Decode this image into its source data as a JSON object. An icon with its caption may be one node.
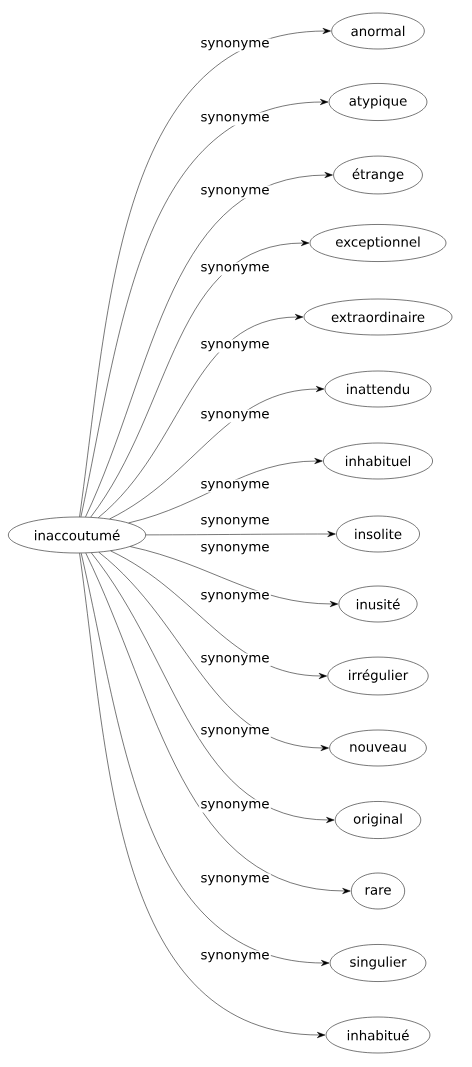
{
  "diagram": {
    "nodes": [
      {
        "text": [
          "inaccoutumé"
        ]
      },
      {
        "text": [
          "anormal"
        ]
      },
      {
        "text": [
          "atypique"
        ]
      },
      {
        "text": [
          "étrange"
        ]
      },
      {
        "text": [
          "exceptionnel"
        ]
      },
      {
        "text": [
          "extraordinaire"
        ]
      },
      {
        "text": [
          "inattendu"
        ]
      },
      {
        "text": [
          "inhabituel"
        ]
      },
      {
        "text": [
          "insolite"
        ]
      },
      {
        "text": [
          "inusité"
        ]
      },
      {
        "text": [
          "irrégulier"
        ]
      },
      {
        "text": [
          "nouveau"
        ]
      },
      {
        "text": [
          "original"
        ]
      },
      {
        "text": [
          "rare"
        ]
      },
      {
        "text": [
          "singulier"
        ]
      },
      {
        "text": [
          "inhabitué"
        ]
      }
    ],
    "edges": [
      {
        "from": 0,
        "to": 1,
        "arrow": "to",
        "label": "synonyme"
      },
      {
        "from": 0,
        "to": 2,
        "arrow": "to",
        "label": "synonyme"
      },
      {
        "from": 0,
        "to": 3,
        "arrow": "to",
        "label": "synonyme"
      },
      {
        "from": 0,
        "to": 4,
        "arrow": "to",
        "label": "synonyme"
      },
      {
        "from": 0,
        "to": 5,
        "arrow": "to",
        "label": "synonyme"
      },
      {
        "from": 0,
        "to": 6,
        "arrow": "to",
        "label": "synonyme"
      },
      {
        "from": 0,
        "to": 7,
        "arrow": "to",
        "label": "synonyme"
      },
      {
        "from": 0,
        "to": 8,
        "arrow": "to",
        "label": "synonyme"
      },
      {
        "from": 0,
        "to": 9,
        "arrow": "to",
        "label": "synonyme"
      },
      {
        "from": 0,
        "to": 10,
        "arrow": "to",
        "label": "synonyme"
      },
      {
        "from": 0,
        "to": 11,
        "arrow": "to",
        "label": "synonyme"
      },
      {
        "from": 0,
        "to": 12,
        "arrow": "to",
        "label": "synonyme"
      },
      {
        "from": 0,
        "to": 13,
        "arrow": "to",
        "label": "synonyme"
      },
      {
        "from": 0,
        "to": 14,
        "arrow": "to",
        "label": "synonyme"
      },
      {
        "from": 0,
        "to": 15,
        "arrow": "to",
        "label": "synonyme"
      }
    ]
  }
}
